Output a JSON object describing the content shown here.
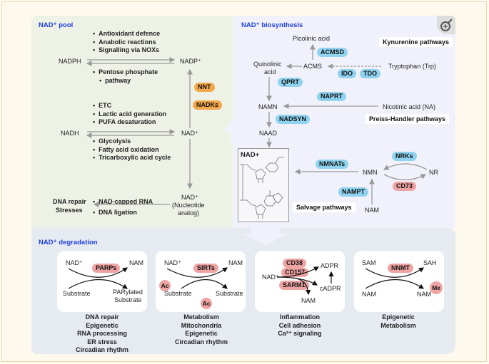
{
  "pool": {
    "title": "NAD⁺ pool",
    "nadph": "NADPH",
    "nadp": "NADP⁺",
    "nadh": "NADH",
    "nad": "NAD⁺",
    "nadph_top_bullets": [
      "Antioxidant defence",
      "Anabolic reactions",
      "Signalling via NOXs"
    ],
    "nadph_bottom_bullets": [
      "Pentose phosphate",
      "pathway"
    ],
    "nadh_top_bullets": [
      "ETC",
      "Lactic acid generation",
      "PUFA desaturation"
    ],
    "nadh_bottom_bullets": [
      "Glycolysis",
      "Fatty acid oxidation",
      "Tricarboxylic acid cycle"
    ],
    "enzymes": [
      "NNT",
      "NADKs"
    ],
    "nucleotide_line1": "NAD⁺",
    "nucleotide_line2": "(Nucleotide",
    "nucleotide_line3": "analog)",
    "nucleotide_bullets": [
      "NAD-capped RNA",
      "DNA ligation"
    ],
    "dna_repair": "DNA repair",
    "stresses": "Stresses"
  },
  "biosynthesis": {
    "title": "NAD⁺ biosynthesis",
    "picolinic": "Picolinic acid",
    "acmsd": "ACMSD",
    "kynurenine": "Kynurenine pathways",
    "quinolinic1": "Quinolinic",
    "quinolinic2": "acid",
    "acms": "ACMS",
    "ido": "IDO",
    "tdo": "TDO",
    "tryptophan": "Tryptophan (Trp)",
    "qprt": "QPRT",
    "naprt": "NAPRT",
    "namn": "NAMN",
    "nicotinic": "Nicotinic acid (NA)",
    "nadsyn": "NADSYN",
    "preiss": "Preiss-Handler pathways",
    "naad": "NAAD",
    "nad_molecule": "NAD+",
    "nmnats": "NMNATs",
    "nmn": "NMN",
    "nrks": "NRKs",
    "nr": "NR",
    "cd73": "CD73",
    "nampt": "NAMPT",
    "salvage": "Salvage pathways",
    "nam": "NAM"
  },
  "degradation": {
    "title": "NAD⁺ degradation",
    "cards": [
      {
        "enzyme": "PARPs",
        "tl": "NAD⁺",
        "tr": "NAM",
        "bl": "Substrate",
        "br1": "PARylated",
        "br2": "Substrate",
        "roles": [
          "DNA repair",
          "Epigenetic",
          "RNA processing",
          "ER stress",
          "Circadian rhythm"
        ]
      },
      {
        "enzyme": "SIRTs",
        "tl": "NAD⁺",
        "tr": "NAM",
        "bl": "Substrate",
        "br": "Substrate",
        "mod1": "Ac",
        "mod2": "Ac",
        "roles": [
          "Metabolism",
          "Mitochondria",
          "Epigenetic",
          "Circadian rhythm"
        ]
      },
      {
        "enzymes": [
          "CD38",
          "CD157",
          "SARM1"
        ],
        "nad": "NAD⁺",
        "adpr": "ADPR",
        "cadpr": "cADPR",
        "nam": "NAM",
        "roles": [
          "Inflammation",
          "Cell adhesion",
          "Ca²⁺ signaling"
        ]
      },
      {
        "enzyme": "NNMT",
        "tl": "SAM",
        "tr": "SAH",
        "bl": "NAM",
        "br": "NAM",
        "mod": "Me",
        "roles": [
          "Epigenetic",
          "Metabolism"
        ]
      }
    ]
  },
  "colors": {
    "title_blue": "#1f3fe0",
    "enzyme_blue": "#8fd3f0",
    "enzyme_orange": "#f3a84a",
    "enzyme_red": "#f0a3a3",
    "pool_bg": "#eef1e6",
    "bio_bg": "#f1f1fb",
    "deg_bg": "#e6eaf1"
  },
  "controls": {
    "zoom_icon": "zoom-in-icon"
  }
}
